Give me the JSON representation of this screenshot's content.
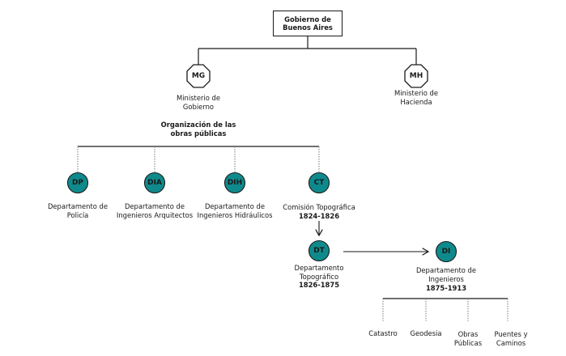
{
  "root": {
    "label": "Gobierno de\nBuenos Aires"
  },
  "ministries": [
    {
      "abbr": "MG",
      "label": "Ministerio de\nGobierno"
    },
    {
      "abbr": "MH",
      "label": "Ministerio de\nHacienda"
    }
  ],
  "org_heading": "Organización de las\nobras públicas",
  "departments": [
    {
      "abbr": "DP",
      "label": "Departamento de\nPolicía"
    },
    {
      "abbr": "DIA",
      "label": "Departamento de\nIngenieros Arquitectos"
    },
    {
      "abbr": "DIH",
      "label": "Departamento de\nIngenieros Hidráulicos"
    },
    {
      "abbr": "CT",
      "label": "Comisión Topográfica",
      "years": "1824-1826"
    }
  ],
  "dt": {
    "abbr": "DT",
    "label": "Departamento\nTopográfico",
    "years": "1826-1875"
  },
  "di": {
    "abbr": "DI",
    "label": "Departamento de\nIngenieros",
    "years": "1875-1913"
  },
  "di_children": [
    "Catastro",
    "Geodesia",
    "Obras\nPúblicas",
    "Puentes y\nCaminos"
  ],
  "colors": {
    "teal": "#0f8a8c",
    "line": "#1a1a1a",
    "dotted": "#777777"
  }
}
